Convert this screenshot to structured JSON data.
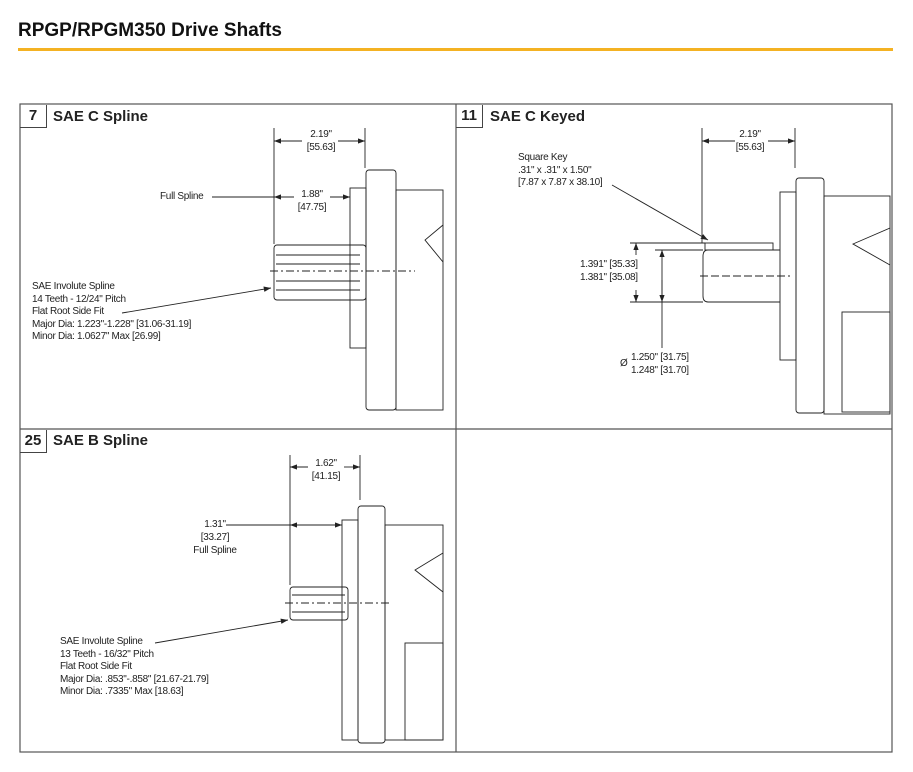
{
  "title": "RPGP/RPGM350 Drive Shafts",
  "accent_color": "#f4b223",
  "panels": [
    {
      "number": "7",
      "name": "SAE C Spline",
      "overall_length": "2.19\"",
      "overall_length_mm": "[55.63]",
      "spline_length": "1.88\"",
      "spline_length_mm": "[47.75]",
      "spline_label": "Full Spline",
      "spec": [
        "SAE Involute Spline",
        "14 Teeth - 12/24\" Pitch",
        "Flat Root Side Fit",
        "Major Dia: 1.223\"-1.228\" [31.06-31.19]",
        "Minor Dia: 1.0627\" Max [26.99]"
      ]
    },
    {
      "number": "11",
      "name": "SAE C Keyed",
      "overall_length": "2.19\"",
      "overall_length_mm": "[55.63]",
      "key": [
        "Square Key",
        ".31\" x .31\" x 1.50\"",
        "[7.87 x 7.87 x 38.10]"
      ],
      "key_height": [
        "1.391\" [35.33]",
        "1.381\" [35.08]"
      ],
      "diameter_symbol": "Ø",
      "diameter": [
        "1.250\" [31.75]",
        "1.248\" [31.70]"
      ]
    },
    {
      "number": "25",
      "name": "SAE B Spline",
      "overall_length": "1.62\"",
      "overall_length_mm": "[41.15]",
      "spline_length": "1.31\"",
      "spline_length_mm": "[33.27]",
      "spline_label": "Full Spline",
      "spec": [
        "SAE Involute Spline",
        "13 Teeth - 16/32\" Pitch",
        "Flat Root Side Fit",
        "Major Dia: .853\"-.858\" [21.67-21.79]",
        "Minor Dia: .7335\" Max [18.63]"
      ]
    }
  ]
}
